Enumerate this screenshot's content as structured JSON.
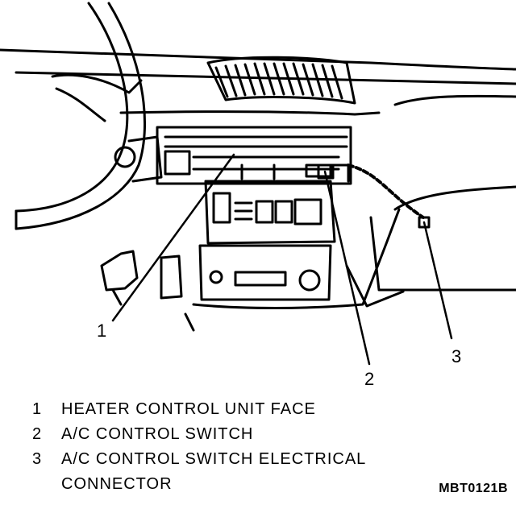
{
  "callouts": [
    {
      "num": "1",
      "text": "HEATER CONTROL UNIT FACE"
    },
    {
      "num": "2",
      "text": "A/C CONTROL SWITCH"
    },
    {
      "num": "3",
      "text": "A/C CONTROL SWITCH ELECTRICAL",
      "text2": "CONNECTOR"
    }
  ],
  "figure_code": "MBT0121B"
}
